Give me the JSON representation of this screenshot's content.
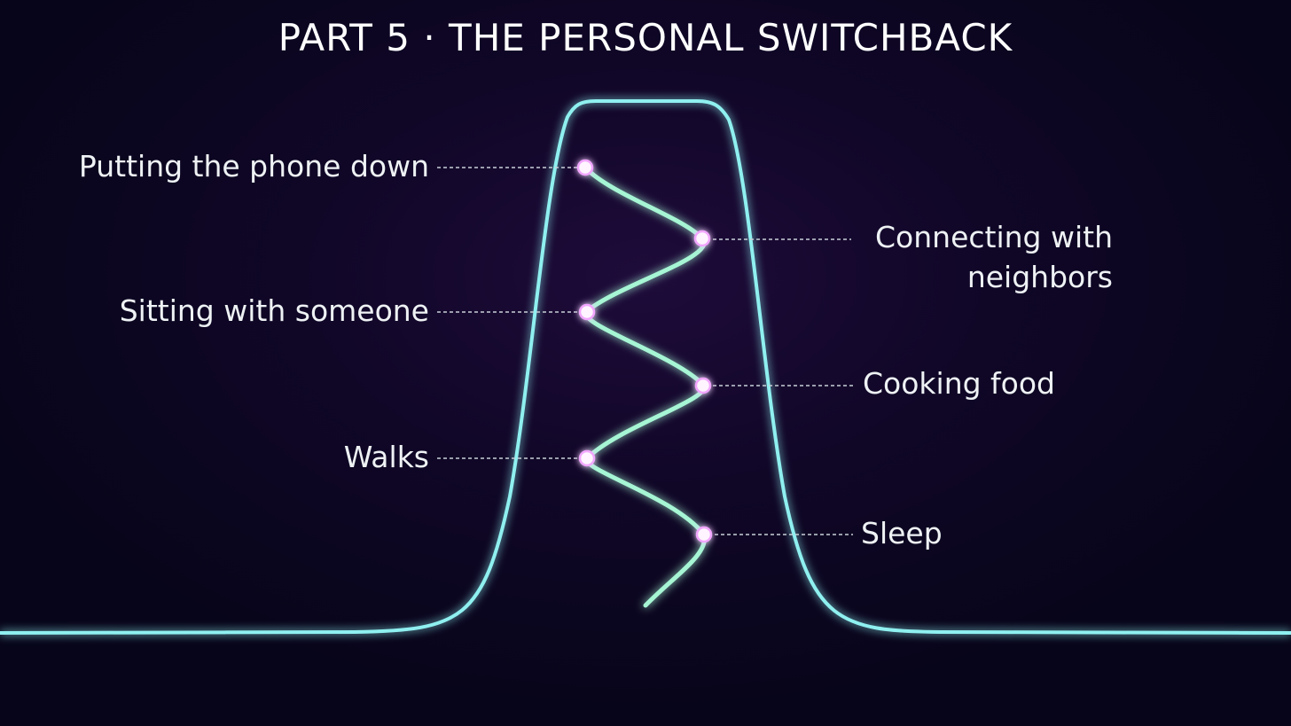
{
  "title": "PART 5 · THE PERSONAL SWITCHBACK",
  "colors": {
    "background": "#07051a",
    "outer_curve": "#8ff0f0",
    "switchback": "#a6f5d4",
    "node_fill": "#fff4ff",
    "node_glow": "#f2a6ff",
    "leader_line": "#c8d0d8"
  },
  "labels": {
    "phone": "Putting the phone down",
    "neighbors_1": "Connecting with",
    "neighbors_2": "neighbors",
    "sitting": "Sitting with someone",
    "cooking": "Cooking food",
    "walks": "Walks",
    "sleep": "Sleep"
  }
}
